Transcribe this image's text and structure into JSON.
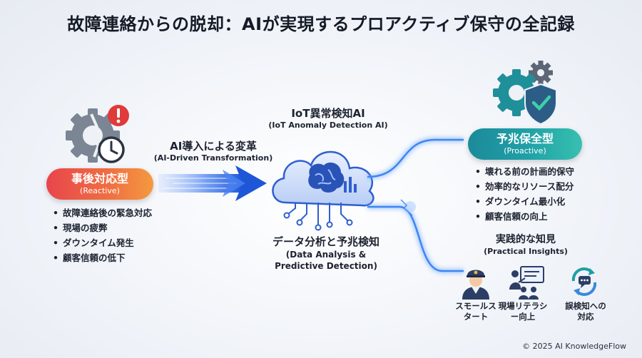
{
  "title": "故障連絡からの脱却：AIが実現するプロアクティブ保守の全記録",
  "reactive": {
    "label": "事後対応型",
    "sublabel": "(Reactive)",
    "items": [
      "故障連絡後の緊急対応",
      "現場の疲弊",
      "ダウンタイム発生",
      "顧客信頼の低下"
    ],
    "color": "#e8454b"
  },
  "transformation": {
    "label": "AI導入による変革",
    "sublabel": "(AI-Driven Transformation)"
  },
  "ai_center": {
    "label": "IoT異常検知AI",
    "sublabel": "(IoT Anomaly Detection AI)",
    "analysis_label": "データ分析と予兆検知",
    "analysis_sublabel_1": "(Data Analysis &",
    "analysis_sublabel_2": "Predictive Detection)"
  },
  "proactive": {
    "label": "予兆保全型",
    "sublabel": "(Proactive)",
    "items": [
      "壊れる前の計画的保守",
      "効率的なリソース配分",
      "ダウンタイム最小化",
      "顧客信頼の向上"
    ],
    "color": "#1f9fa6"
  },
  "insights": {
    "label": "実践的な知見",
    "sublabel": "(Practical Insights)",
    "items": [
      {
        "line1": "スモールス",
        "line2": "タート",
        "icon": "pilot-person-icon"
      },
      {
        "line1": "現場リテラシ",
        "line2": "ー向上",
        "icon": "presentation-training-icon"
      },
      {
        "line1": "誤検知への",
        "line2": "対応",
        "icon": "feedback-cycle-icon"
      }
    ]
  },
  "copyright": "© 2025 AI KnowledgeFlow"
}
